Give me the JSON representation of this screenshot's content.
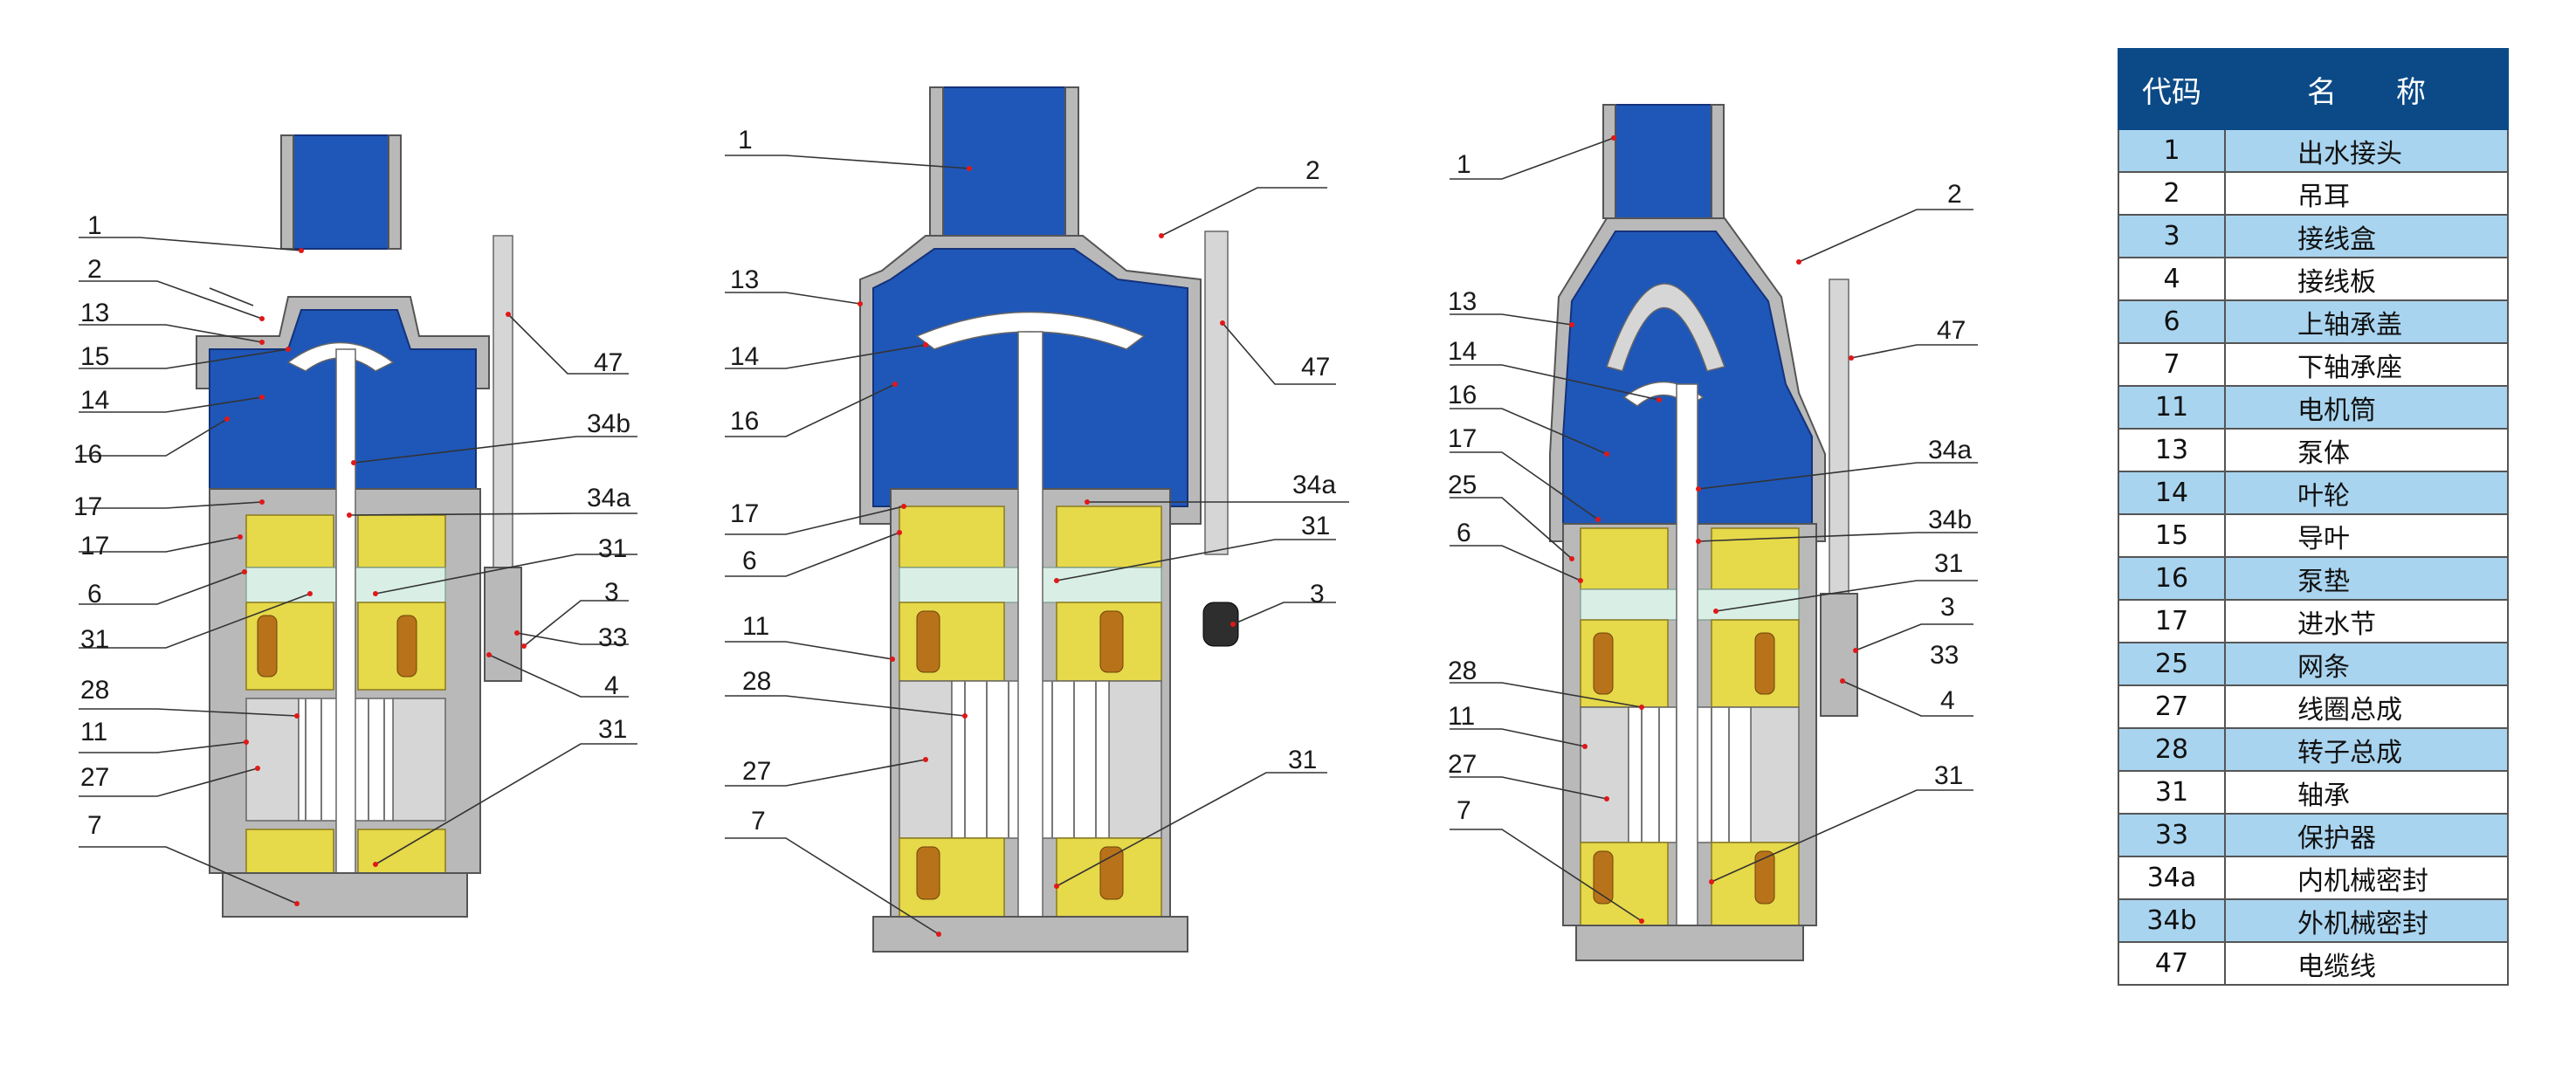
{
  "legend": {
    "header_code": "代码",
    "header_name": "名　　称",
    "rows": [
      {
        "code": "1",
        "name": "出水接头"
      },
      {
        "code": "2",
        "name": "吊耳"
      },
      {
        "code": "3",
        "name": "接线盒"
      },
      {
        "code": "4",
        "name": "接线板"
      },
      {
        "code": "6",
        "name": "上轴承盖"
      },
      {
        "code": "7",
        "name": "下轴承座"
      },
      {
        "code": "11",
        "name": "电机筒"
      },
      {
        "code": "13",
        "name": "泵体"
      },
      {
        "code": "14",
        "name": "叶轮"
      },
      {
        "code": "15",
        "name": "导叶"
      },
      {
        "code": "16",
        "name": "泵垫"
      },
      {
        "code": "17",
        "name": "进水节"
      },
      {
        "code": "25",
        "name": "网条"
      },
      {
        "code": "27",
        "name": "线圈总成"
      },
      {
        "code": "28",
        "name": "转子总成"
      },
      {
        "code": "31",
        "name": "轴承"
      },
      {
        "code": "33",
        "name": "保护器"
      },
      {
        "code": "34a",
        "name": "内机械密封"
      },
      {
        "code": "34b",
        "name": "外机械密封"
      },
      {
        "code": "47",
        "name": "电缆线"
      }
    ]
  },
  "diagram_left": {
    "callouts_left": [
      "1",
      "2",
      "13",
      "15",
      "14",
      "16",
      "17",
      "17",
      "6",
      "31",
      "28",
      "11",
      "27",
      "7"
    ],
    "callouts_right": [
      "47",
      "34b",
      "34a",
      "31",
      "3",
      "33",
      "4",
      "31"
    ]
  },
  "diagram_middle": {
    "callouts_left": [
      "1",
      "13",
      "14",
      "16",
      "17",
      "6",
      "11",
      "28",
      "27",
      "7"
    ],
    "callouts_right": [
      "2",
      "47",
      "34a",
      "31",
      "3",
      "31"
    ]
  },
  "diagram_right": {
    "callouts_left": [
      "1",
      "13",
      "14",
      "16",
      "17",
      "25",
      "6",
      "28",
      "11",
      "27",
      "7"
    ],
    "callouts_right": [
      "2",
      "47",
      "34a",
      "34b",
      "31",
      "3",
      "33",
      "4",
      "31"
    ]
  },
  "colors": {
    "water_blue": "#1f57b8",
    "casing_gray": "#b9b9b9",
    "bearing_yellow": "#e6d94a",
    "header_navy": "#0b4a86",
    "row_highlight": "#a9d4ef",
    "leader_dot": "#e01818"
  }
}
